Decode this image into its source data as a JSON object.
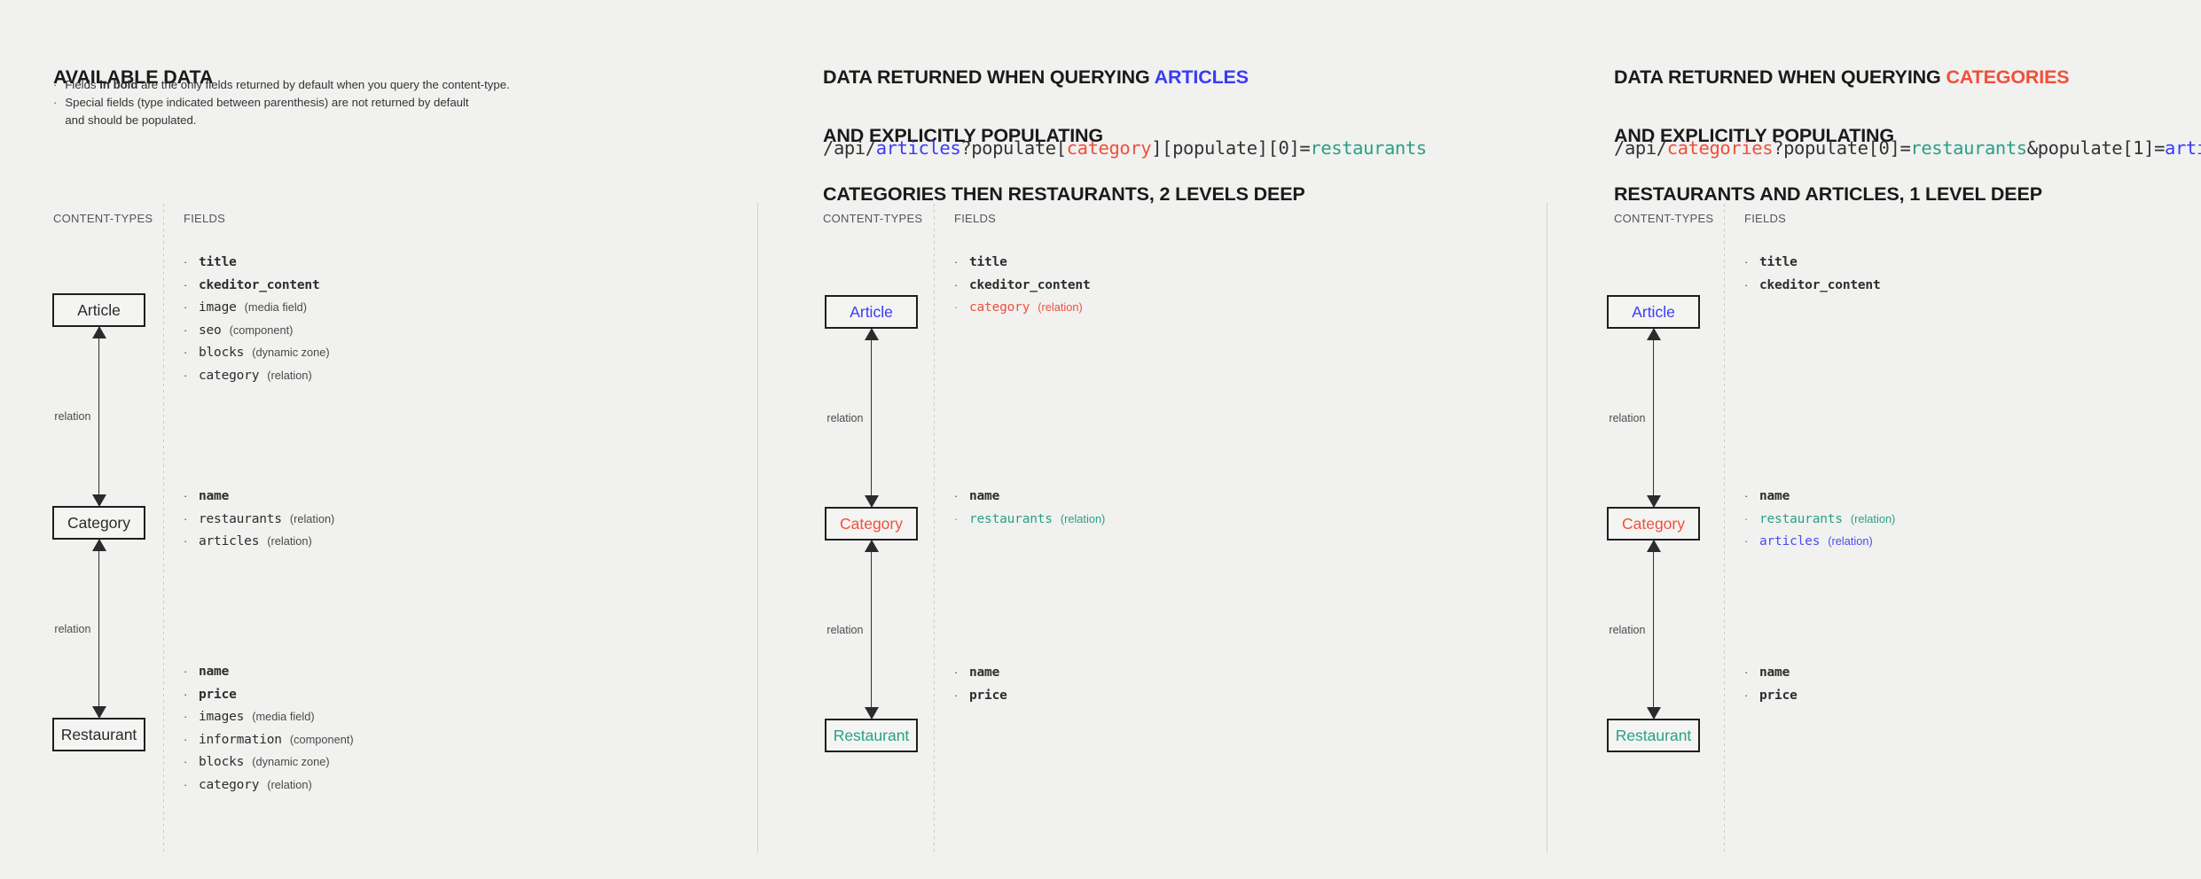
{
  "colors": {
    "background": "#f1f1f0",
    "text": "#232323",
    "article_blue": "#3b3bf5",
    "category_red": "#f0503a",
    "restaurant_green": "#2aa085",
    "box_border": "#1e1e1e",
    "divider": "#c9c9c7"
  },
  "columns": [
    {
      "id": "available-data",
      "heading": {
        "line1": "AVAILABLE DATA"
      },
      "notes": [
        {
          "prefix": "Fields ",
          "bold": "in bold",
          "suffix": " are the only fields returned by default when you query the content-type."
        },
        {
          "prefix": "",
          "bold": "",
          "suffix": "Special fields (type indicated between parenthesis) are not returned by default\nand should be populated."
        }
      ],
      "sublabels": {
        "content_types": "CONTENT-TYPES",
        "fields": "FIELDS"
      },
      "entities": [
        {
          "name": "Article",
          "color": "default"
        },
        {
          "name": "Category",
          "color": "default"
        },
        {
          "name": "Restaurant",
          "color": "default"
        }
      ],
      "relations": [
        "relation",
        "relation"
      ],
      "field_groups": [
        [
          {
            "name": "title",
            "type": "",
            "bold": true,
            "color": "default"
          },
          {
            "name": "ckeditor_content",
            "type": "",
            "bold": true,
            "color": "default"
          },
          {
            "name": "image",
            "type": "(media field)",
            "bold": false,
            "color": "default"
          },
          {
            "name": "seo",
            "type": "(component)",
            "bold": false,
            "color": "default"
          },
          {
            "name": "blocks",
            "type": "(dynamic zone)",
            "bold": false,
            "color": "default"
          },
          {
            "name": "category",
            "type": "(relation)",
            "bold": false,
            "color": "default"
          }
        ],
        [
          {
            "name": "name",
            "type": "",
            "bold": true,
            "color": "default"
          },
          {
            "name": "restaurants",
            "type": "(relation)",
            "bold": false,
            "color": "default"
          },
          {
            "name": "articles",
            "type": "(relation)",
            "bold": false,
            "color": "default"
          }
        ],
        [
          {
            "name": "name",
            "type": "",
            "bold": true,
            "color": "default"
          },
          {
            "name": "price",
            "type": "",
            "bold": true,
            "color": "default"
          },
          {
            "name": "images",
            "type": "(media field)",
            "bold": false,
            "color": "default"
          },
          {
            "name": "information",
            "type": "(component)",
            "bold": false,
            "color": "default"
          },
          {
            "name": "blocks",
            "type": "(dynamic zone)",
            "bold": false,
            "color": "default"
          },
          {
            "name": "category",
            "type": "(relation)",
            "bold": false,
            "color": "default"
          }
        ]
      ]
    },
    {
      "id": "query-articles",
      "heading": {
        "pre": "DATA RETURNED WHEN QUERYING ",
        "accent": "ARTICLES",
        "accent_color": "blue",
        "line2": "AND EXPLICITLY POPULATING",
        "line3": "CATEGORIES THEN RESTAURANTS, 2 LEVELS DEEP"
      },
      "url_parts": [
        {
          "text": "/api/",
          "color": "default"
        },
        {
          "text": "articles",
          "color": "blue"
        },
        {
          "text": "?populate[",
          "color": "default"
        },
        {
          "text": "category",
          "color": "red"
        },
        {
          "text": "][populate][0]=",
          "color": "default"
        },
        {
          "text": "restaurants",
          "color": "green"
        }
      ],
      "sublabels": {
        "content_types": "CONTENT-TYPES",
        "fields": "FIELDS"
      },
      "entities": [
        {
          "name": "Article",
          "color": "blue"
        },
        {
          "name": "Category",
          "color": "red"
        },
        {
          "name": "Restaurant",
          "color": "green"
        }
      ],
      "relations": [
        "relation",
        "relation"
      ],
      "field_groups": [
        [
          {
            "name": "title",
            "type": "",
            "bold": true,
            "color": "default"
          },
          {
            "name": "ckeditor_content",
            "type": "",
            "bold": true,
            "color": "default"
          },
          {
            "name": "category",
            "type": "(relation)",
            "bold": false,
            "color": "red"
          }
        ],
        [
          {
            "name": "name",
            "type": "",
            "bold": true,
            "color": "default"
          },
          {
            "name": "restaurants",
            "type": "(relation)",
            "bold": false,
            "color": "green"
          }
        ],
        [
          {
            "name": "name",
            "type": "",
            "bold": true,
            "color": "default"
          },
          {
            "name": "price",
            "type": "",
            "bold": true,
            "color": "default"
          }
        ]
      ]
    },
    {
      "id": "query-categories",
      "heading": {
        "pre": "DATA RETURNED WHEN QUERYING ",
        "accent": "CATEGORIES",
        "accent_color": "red",
        "line2": "AND EXPLICITLY POPULATING",
        "line3": "RESTAURANTS AND ARTICLES, 1 LEVEL DEEP"
      },
      "url_parts": [
        {
          "text": "/api/",
          "color": "default"
        },
        {
          "text": "categories",
          "color": "red"
        },
        {
          "text": "?populate[0]=",
          "color": "default"
        },
        {
          "text": "restaurants",
          "color": "green"
        },
        {
          "text": "&populate[1]=",
          "color": "default"
        },
        {
          "text": "articles",
          "color": "blue"
        }
      ],
      "sublabels": {
        "content_types": "CONTENT-TYPES",
        "fields": "FIELDS"
      },
      "entities": [
        {
          "name": "Article",
          "color": "blue"
        },
        {
          "name": "Category",
          "color": "red"
        },
        {
          "name": "Restaurant",
          "color": "green"
        }
      ],
      "relations": [
        "relation",
        "relation"
      ],
      "field_groups": [
        [
          {
            "name": "title",
            "type": "",
            "bold": true,
            "color": "default"
          },
          {
            "name": "ckeditor_content",
            "type": "",
            "bold": true,
            "color": "default"
          }
        ],
        [
          {
            "name": "name",
            "type": "",
            "bold": true,
            "color": "default"
          },
          {
            "name": "restaurants",
            "type": "(relation)",
            "bold": false,
            "color": "green"
          },
          {
            "name": "articles",
            "type": "(relation)",
            "bold": false,
            "color": "blue"
          }
        ],
        [
          {
            "name": "name",
            "type": "",
            "bold": true,
            "color": "default"
          },
          {
            "name": "price",
            "type": "",
            "bold": true,
            "color": "default"
          }
        ]
      ]
    }
  ]
}
